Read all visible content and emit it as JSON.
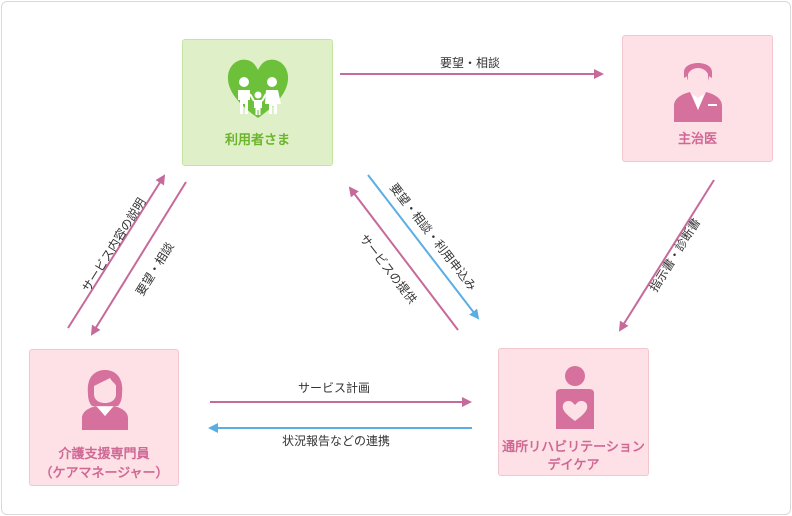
{
  "nodes": {
    "user": {
      "label": "利用者さま"
    },
    "doctor": {
      "label": "主治医"
    },
    "care_manager": {
      "label_line1": "介護支援専門員",
      "label_line2": "（ケアマネージャー）"
    },
    "day_care": {
      "label_line1": "通所リハビリテーション",
      "label_line2": "デイケア"
    }
  },
  "edges": {
    "user_to_doctor": "要望・相談",
    "doctor_to_daycare": "指示書・診断書",
    "user_to_daycare": "要望・相談・利用申込み",
    "daycare_to_user": "サービスの提供",
    "caremanager_to_user": "サービス内容の説明",
    "user_to_caremanager": "要望・相談",
    "caremanager_to_daycare": "サービス計画",
    "daycare_to_caremanager": "状況報告などの連携"
  },
  "colors": {
    "pink_arrow": "#c6699b",
    "blue_arrow": "#5aaee4",
    "green_icon": "#6cc03a",
    "pink_icon": "#d5719c"
  }
}
